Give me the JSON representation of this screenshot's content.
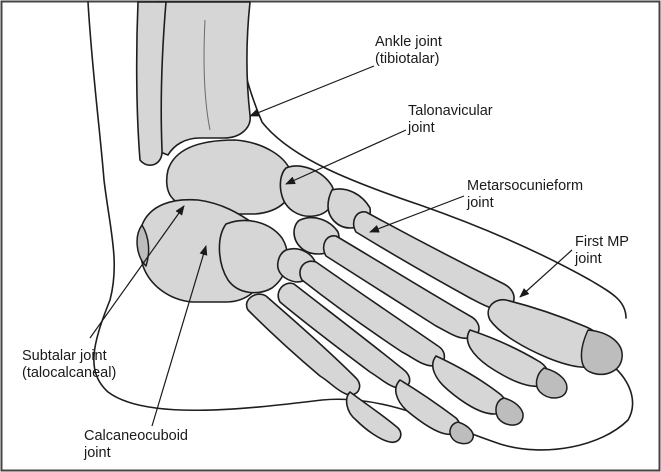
{
  "labels": {
    "ankle_joint": {
      "line1": "Ankle joint",
      "line2": "(tibiotalar)"
    },
    "talonavicular": {
      "line1": "Talonavicular",
      "line2": "joint"
    },
    "metarsocunieform": {
      "line1": "Metarsocunieform",
      "line2": "joint"
    },
    "first_mp": {
      "line1": "First MP",
      "line2": "joint"
    },
    "subtalar": {
      "line1": "Subtalar joint",
      "line2": "(talocalcaneal)"
    },
    "calcaneocuboid": {
      "line1": "Calcaneocuboid",
      "line2": "joint"
    }
  },
  "colors": {
    "bone": "#d6d6d6",
    "outline": "#1e1e1e",
    "frame": "#444444",
    "text": "#1a1a1a"
  }
}
